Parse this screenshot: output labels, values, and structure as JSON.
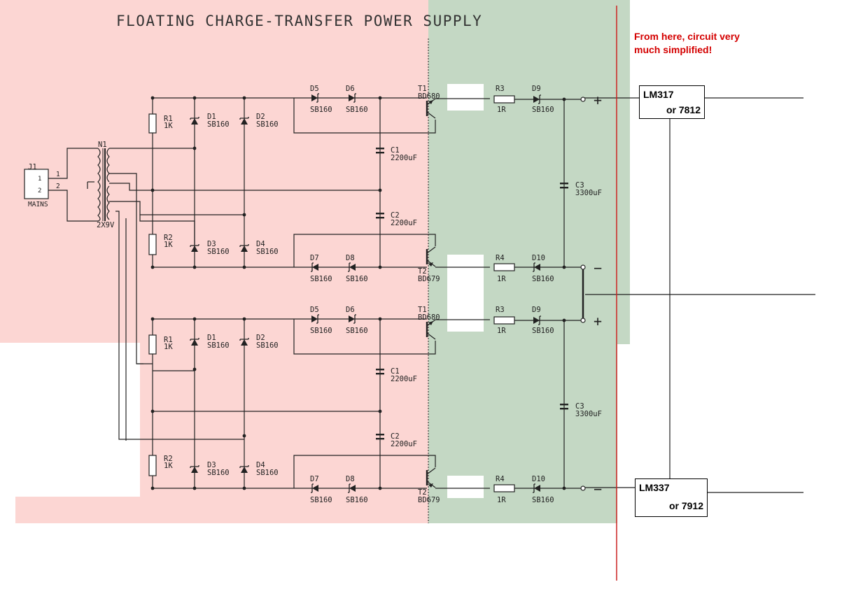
{
  "title": "FLOATING CHARGE-TRANSFER POWER SUPPLY",
  "note": {
    "line1": "From here, circuit very",
    "line2": "much simplified!"
  },
  "colors": {
    "left_region": "#fcd6d3",
    "right_region": "#c4d8c4",
    "divider": "#cc2222",
    "note": "#d40000"
  },
  "input": {
    "ref": "J1",
    "label": "MAINS",
    "pin1": "1",
    "pin2": "2"
  },
  "transformer": {
    "ref": "N1",
    "label": "2X9V"
  },
  "stages": [
    {
      "r1": "R1",
      "r1v": "1K",
      "d1": "D1",
      "d1v": "SB160",
      "d2": "D2",
      "d2v": "SB160",
      "r2": "R2",
      "r2v": "1K",
      "d3": "D3",
      "d3v": "SB160",
      "d4": "D4",
      "d4v": "SB160",
      "d5": "D5",
      "d6": "D6",
      "d56v": "SB160",
      "d7": "D7",
      "d8": "D8",
      "d78v": "SB160",
      "c1": "C1",
      "c1v": "2200uF",
      "c2": "C2",
      "c2v": "2200uF",
      "t1": "T1",
      "t1v": "BD680",
      "t2": "T2",
      "t2v": "BD679",
      "r3": "R3",
      "r3v": "1R",
      "r4": "R4",
      "r4v": "1R",
      "d9": "D9",
      "d9v": "SB160",
      "d10": "D10",
      "d10v": "SB160",
      "c3": "C3",
      "c3v": "3300uF"
    },
    {
      "r1": "R1",
      "r1v": "1K",
      "d1": "D1",
      "d1v": "SB160",
      "d2": "D2",
      "d2v": "SB160",
      "r2": "R2",
      "r2v": "1K",
      "d3": "D3",
      "d3v": "SB160",
      "d4": "D4",
      "d4v": "SB160",
      "d5": "D5",
      "d6": "D6",
      "d56v": "SB160",
      "d7": "D7",
      "d8": "D8",
      "d78v": "SB160",
      "c1": "C1",
      "c1v": "2200uF",
      "c2": "C2",
      "c2v": "2200uF",
      "t1": "T1",
      "t1v": "BD680",
      "t2": "T2",
      "t2v": "BD679",
      "r3": "R3",
      "r3v": "1R",
      "r4": "R4",
      "r4v": "1R",
      "d9": "D9",
      "d9v": "SB160",
      "d10": "D10",
      "d10v": "SB160",
      "c3": "C3",
      "c3v": "3300uF"
    }
  ],
  "polarity": {
    "plus": "+",
    "minus": "−"
  },
  "regulators": [
    {
      "line1": "LM317",
      "line2": "or 7812"
    },
    {
      "line1": "LM337",
      "line2": "or 7912"
    }
  ]
}
